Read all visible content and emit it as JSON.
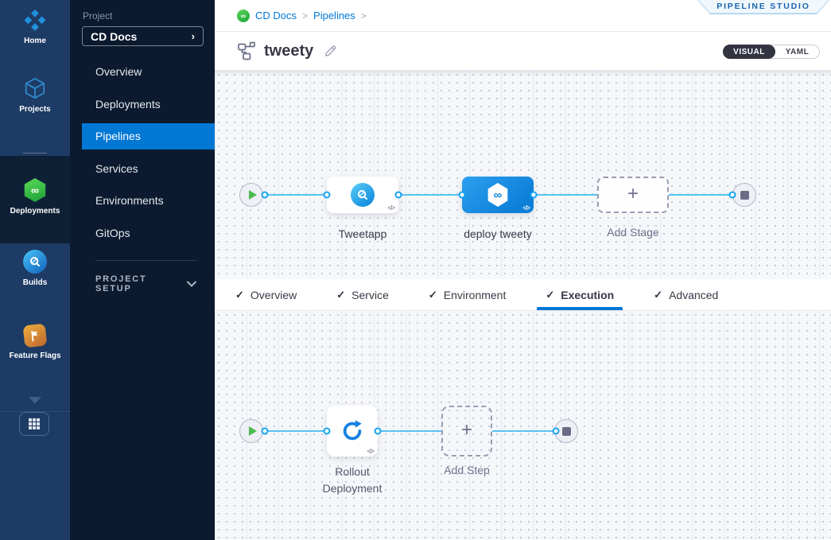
{
  "colors": {
    "accent_blue": "#0278d5",
    "connector_blue": "#58c3f2",
    "selected_stage_blue": "#0d7fd8",
    "play_green": "#4cbb4f",
    "deployments_green": "#2fbb45",
    "studio_text_blue": "#1b64af",
    "rail_navy": "#1d3b64",
    "sidebar_navy": "#0b1a2e"
  },
  "nav_rail": {
    "modules": [
      {
        "label": "Home"
      },
      {
        "label": "Projects"
      },
      {
        "label": "Deployments"
      },
      {
        "label": "Builds"
      },
      {
        "label": "Feature Flags"
      }
    ]
  },
  "sidebar": {
    "project_label": "Project",
    "project_name": "CD Docs",
    "items": [
      {
        "label": "Overview"
      },
      {
        "label": "Deployments"
      },
      {
        "label": "Pipelines"
      },
      {
        "label": "Services"
      },
      {
        "label": "Environments"
      },
      {
        "label": "GitOps"
      }
    ],
    "active_item": "Pipelines",
    "setup_label": "PROJECT SETUP"
  },
  "header": {
    "breadcrumb": {
      "crumbs": [
        "CD Docs",
        "Pipelines"
      ]
    },
    "studio_badge": "PIPELINE STUDIO",
    "title": "tweety",
    "toggle": {
      "visual": "VISUAL",
      "yaml": "YAML"
    }
  },
  "stage_pipeline": {
    "stages": [
      {
        "label": "Tweetapp",
        "selected": false
      },
      {
        "label": "deploy tweety",
        "selected": true
      }
    ],
    "add_label": "Add Stage"
  },
  "tabs": {
    "items": [
      {
        "label": "Overview"
      },
      {
        "label": "Service"
      },
      {
        "label": "Environment"
      },
      {
        "label": "Execution"
      },
      {
        "label": "Advanced"
      }
    ],
    "active": "Execution"
  },
  "execution": {
    "step": {
      "line1": "Rollout",
      "line2": "Deployment",
      "label": "Rollout Deployment"
    },
    "add_label": "Add Step"
  },
  "glyphs": {
    "check": "✓",
    "sep": ">",
    "chevron_right": "›",
    "infinity": "∞",
    "plus": "+",
    "code": "</>"
  }
}
